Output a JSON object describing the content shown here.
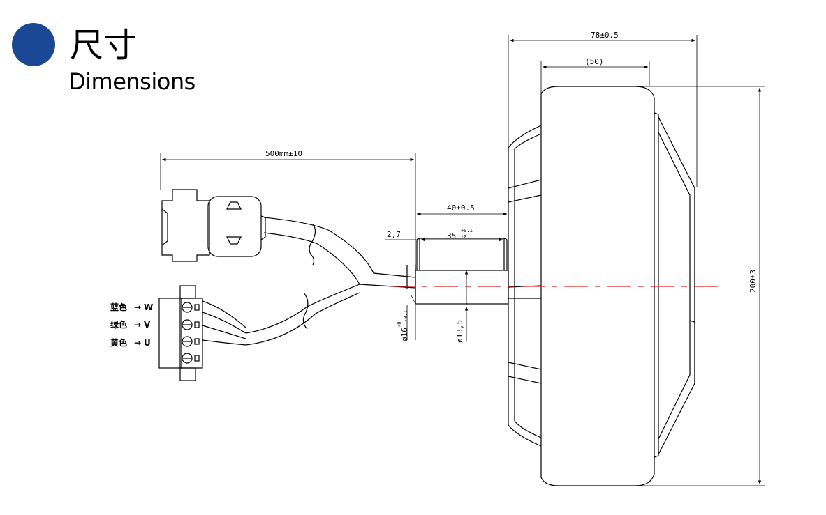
{
  "header": {
    "title_zh": "尺寸",
    "title_en": "Dimensions",
    "accent_color": "#1a4894"
  },
  "dimensions": {
    "cable_length": "500mm±10",
    "width_total": "78±0.5",
    "width_ref": "(50)",
    "height_total": "200±3",
    "shaft_length": "40±0.5",
    "shaft_offset": "2,7",
    "keyway_len": "35",
    "keyway_tol_upper": "+0.1",
    "keyway_tol_lower": "-0",
    "shaft_dia": "ø16",
    "shaft_dia_tol_upper": "+0",
    "shaft_dia_tol_lower": "-0.1",
    "keyway_flat": "ø13,5"
  },
  "wires": {
    "labels": [
      {
        "color": "蓝色",
        "phase": "W"
      },
      {
        "color": "绿色",
        "phase": "V"
      },
      {
        "color": "黄色",
        "phase": "U"
      }
    ],
    "arrow": "→"
  }
}
